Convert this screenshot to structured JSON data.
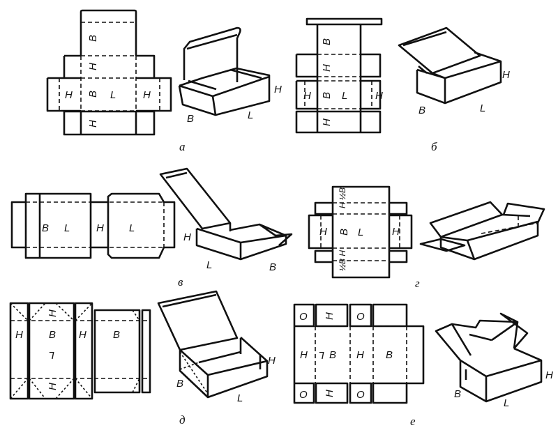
{
  "figures": {
    "a": {
      "caption": "а",
      "net": {
        "top": "B",
        "h1": "H",
        "left": "H",
        "mid_b": "B",
        "mid_l": "L",
        "right": "H",
        "h2": "H"
      },
      "box": {
        "b": "B",
        "l": "L",
        "h": "H"
      }
    },
    "b": {
      "caption": "б",
      "net": {
        "top": "B",
        "h1": "H",
        "left": "H",
        "mid_b": "B",
        "mid_l": "L",
        "right": "H",
        "h2": "H"
      },
      "box": {
        "b": "B",
        "l": "L",
        "h": "H"
      }
    },
    "v": {
      "caption": "в",
      "net": {
        "b": "B",
        "l": "L",
        "h": "H",
        "l2": "L"
      },
      "box": {
        "b": "B",
        "l": "L",
        "h": "H"
      }
    },
    "g": {
      "caption": "г",
      "net": {
        "top": "H ½B",
        "left": "H",
        "b": "B",
        "l": "L",
        "right": "H",
        "bottom": "½B H"
      }
    },
    "d": {
      "caption": "д",
      "net": {
        "h_top": "H",
        "h1": "H",
        "b": "B",
        "l": "L",
        "h2": "H",
        "b2": "B",
        "h_bot": "H"
      },
      "box": {
        "b": "B",
        "l": "L",
        "h": "H"
      }
    },
    "e": {
      "caption": "е",
      "net": {
        "o1": "O",
        "h_top": "H",
        "o2": "O",
        "h_left": "H",
        "l": "L",
        "b": "B",
        "h_mid": "H",
        "b2": "B",
        "o3": "O",
        "h_bot": "H",
        "o4": "O"
      },
      "box": {
        "b": "B",
        "l": "L",
        "h": "H"
      }
    }
  }
}
